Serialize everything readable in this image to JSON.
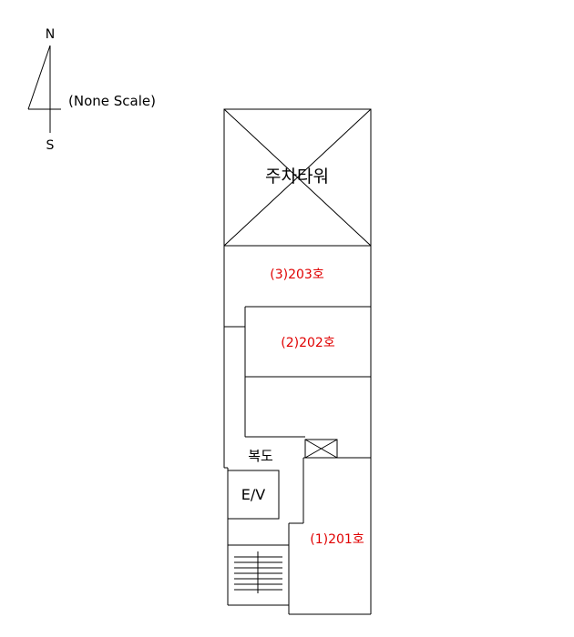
{
  "compass": {
    "north": "N",
    "south": "S",
    "scale_note": "(None Scale)"
  },
  "rooms": {
    "parking_tower": "주차타워",
    "unit_203": "(3)203호",
    "unit_202": "(2)202호",
    "unit_201": "(1)201호",
    "corridor": "복도",
    "elevator": "E/V"
  },
  "colors": {
    "line": "#000000",
    "unit_label": "#e00000"
  }
}
